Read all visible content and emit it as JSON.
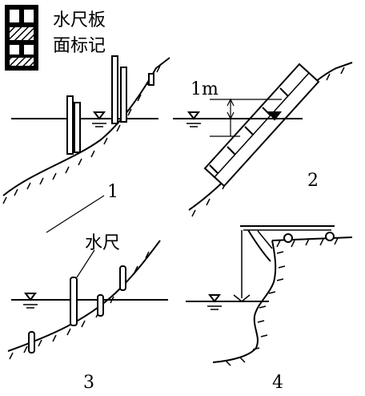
{
  "legend": {
    "line1": "水尺板",
    "line2": "面标记"
  },
  "panels": [
    {
      "number": "1"
    },
    {
      "number": "2",
      "dimension_label": "1m"
    },
    {
      "number": "3",
      "label": "水尺"
    },
    {
      "number": "4"
    }
  ],
  "colors": {
    "ink": "#000000",
    "paper": "#ffffff"
  }
}
